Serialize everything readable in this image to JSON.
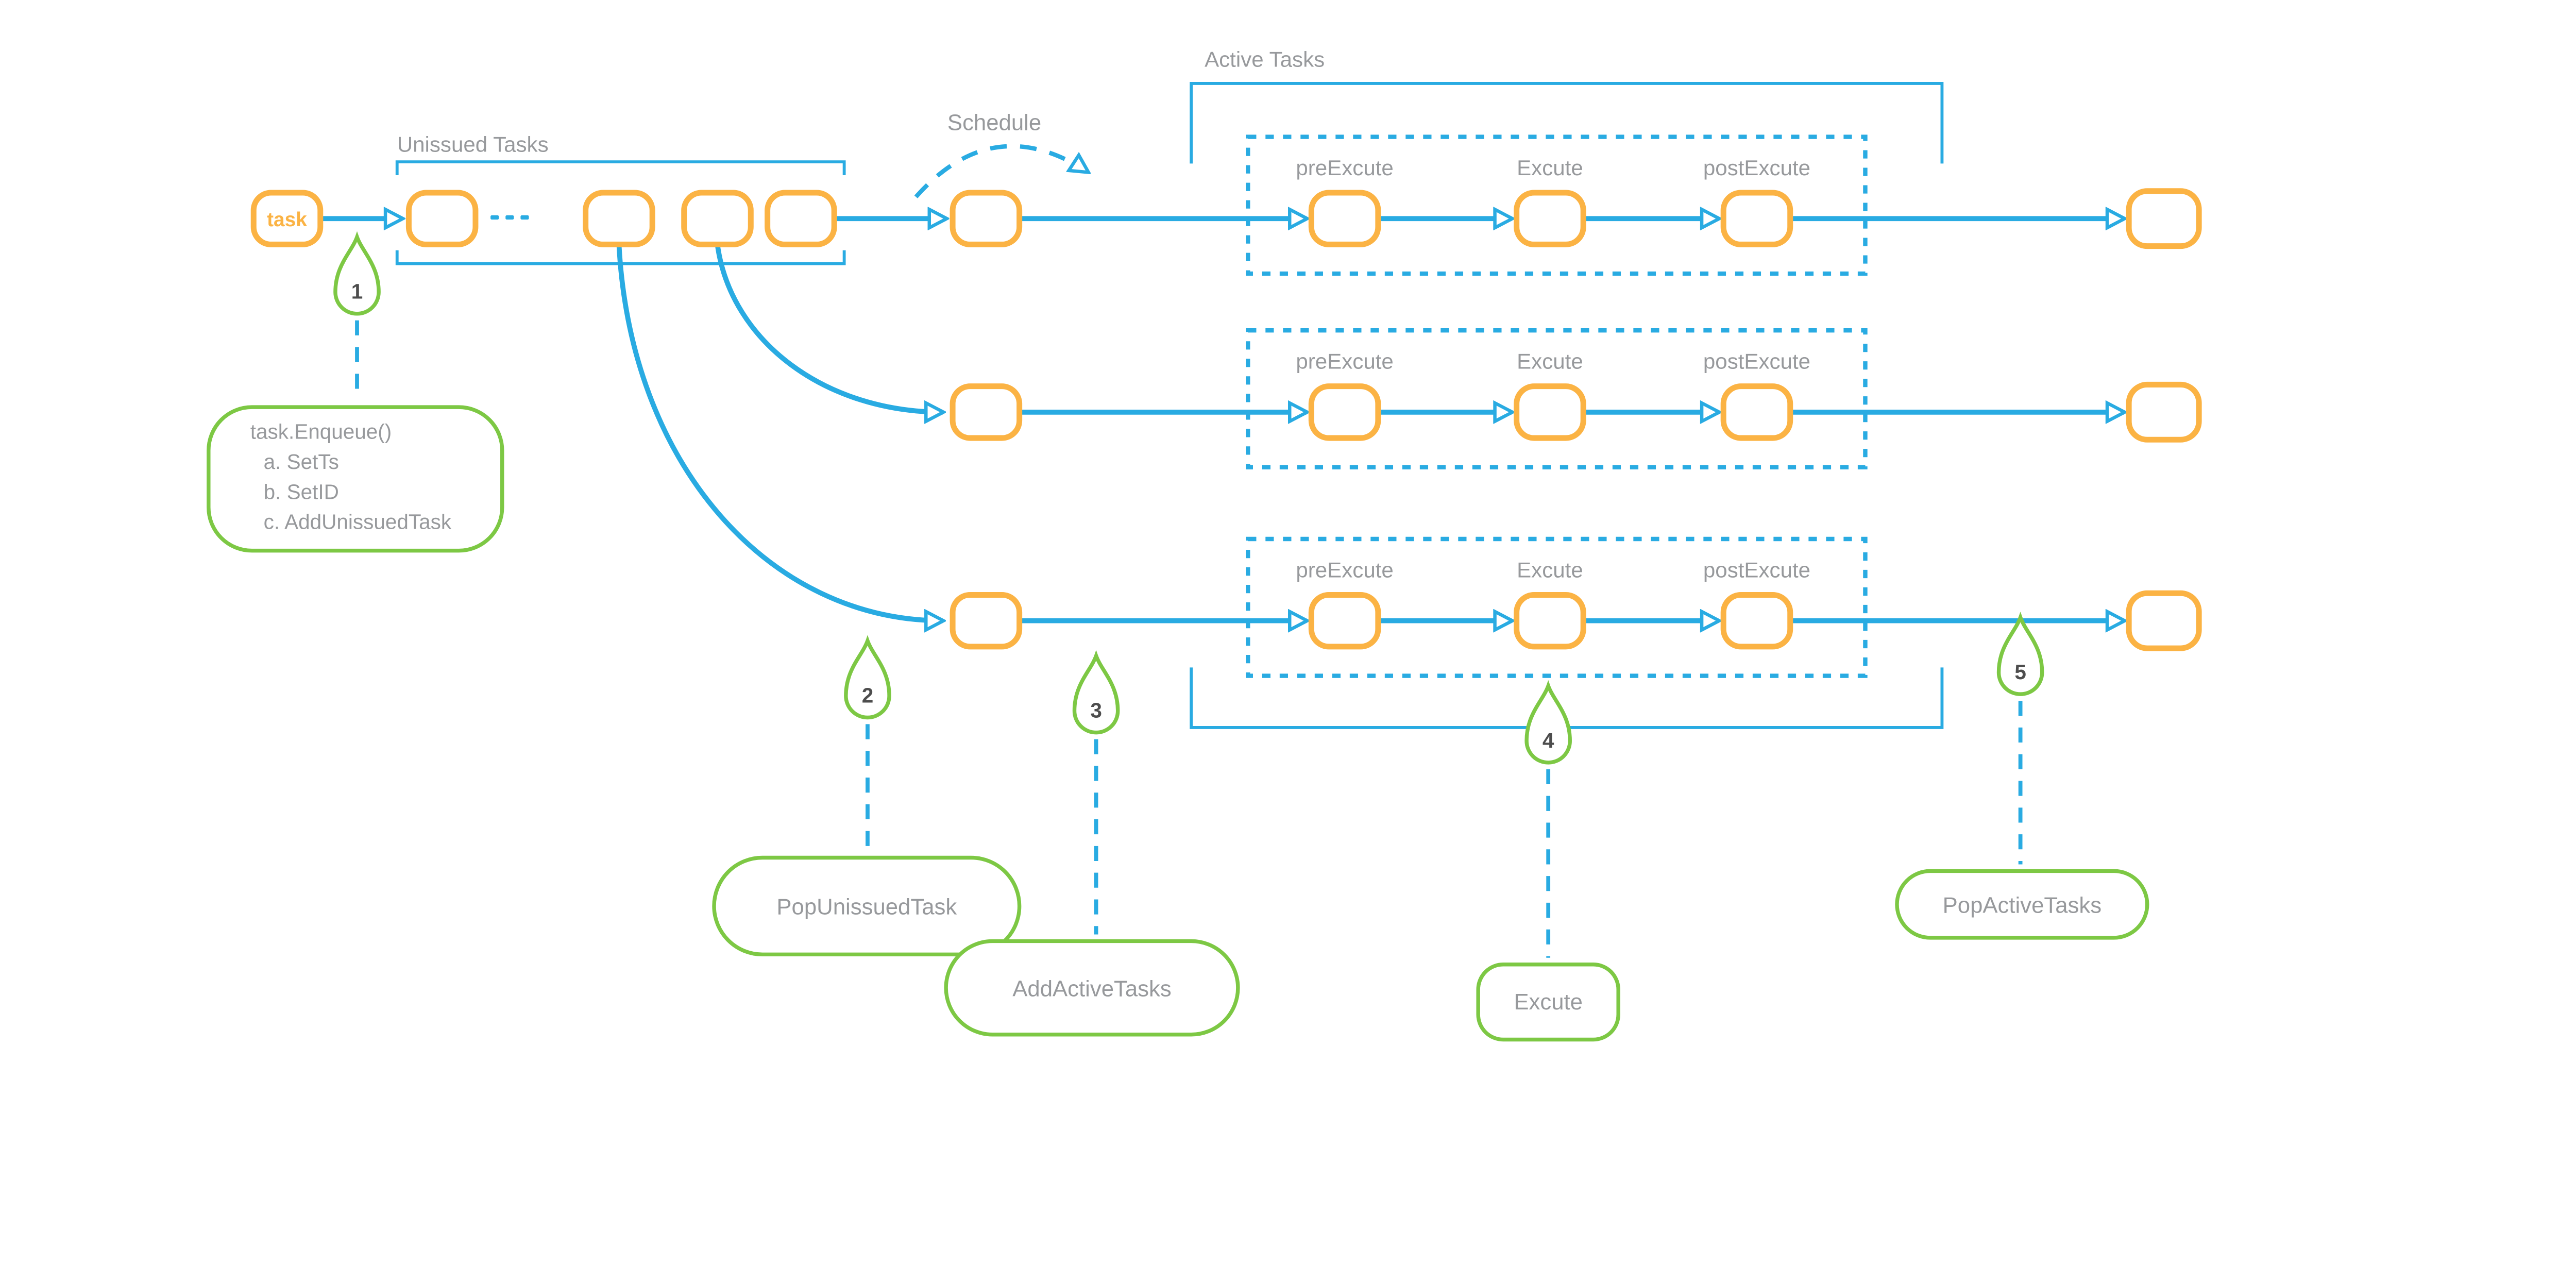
{
  "colors": {
    "blue": "#29ABE2",
    "orange": "#FBB344",
    "green": "#7DC844",
    "gray_text": "#97999C",
    "dark_text": "#4D4D4D"
  },
  "labels": {
    "unissued_tasks": "Unissued Tasks",
    "schedule": "Schedule",
    "active_tasks": "Active Tasks"
  },
  "task_node": {
    "label": "task"
  },
  "pipeline": {
    "stages": [
      "preExcute",
      "Excute",
      "postExcute"
    ],
    "rows": 3
  },
  "markers": [
    {
      "number": "1"
    },
    {
      "number": "2"
    },
    {
      "number": "3"
    },
    {
      "number": "4"
    },
    {
      "number": "5"
    }
  ],
  "annotations": {
    "enqueue_box": {
      "lines": [
        "task.Enqueue()",
        "a. SetTs",
        "b. SetID",
        "c. AddUnissuedTask"
      ]
    },
    "pills": {
      "pop_unissued_task": "PopUnissuedTask",
      "add_active_tasks": "AddActiveTasks",
      "excute": "Excute",
      "pop_active_tasks": "PopActiveTasks"
    }
  }
}
